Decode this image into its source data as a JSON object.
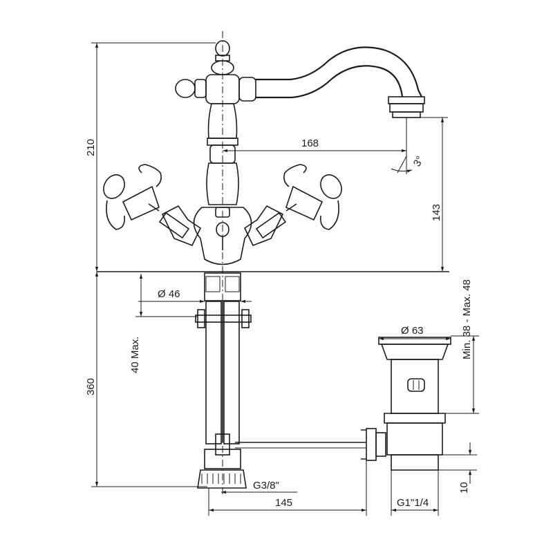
{
  "dimensions": {
    "height_top": "210",
    "spout_reach": "168",
    "spout_angle": "3°",
    "spout_height": "143",
    "diameter_base": "Ø 46",
    "max_thickness": "40 Max.",
    "hose_length": "360",
    "connection_thread": "G3/8\"",
    "hose_horizontal": "145",
    "drain_diameter": "Ø 63",
    "drain_range": "Min. 38 - Max. 48",
    "drain_thread": "G1\"1/4",
    "drain_tail": "10"
  }
}
